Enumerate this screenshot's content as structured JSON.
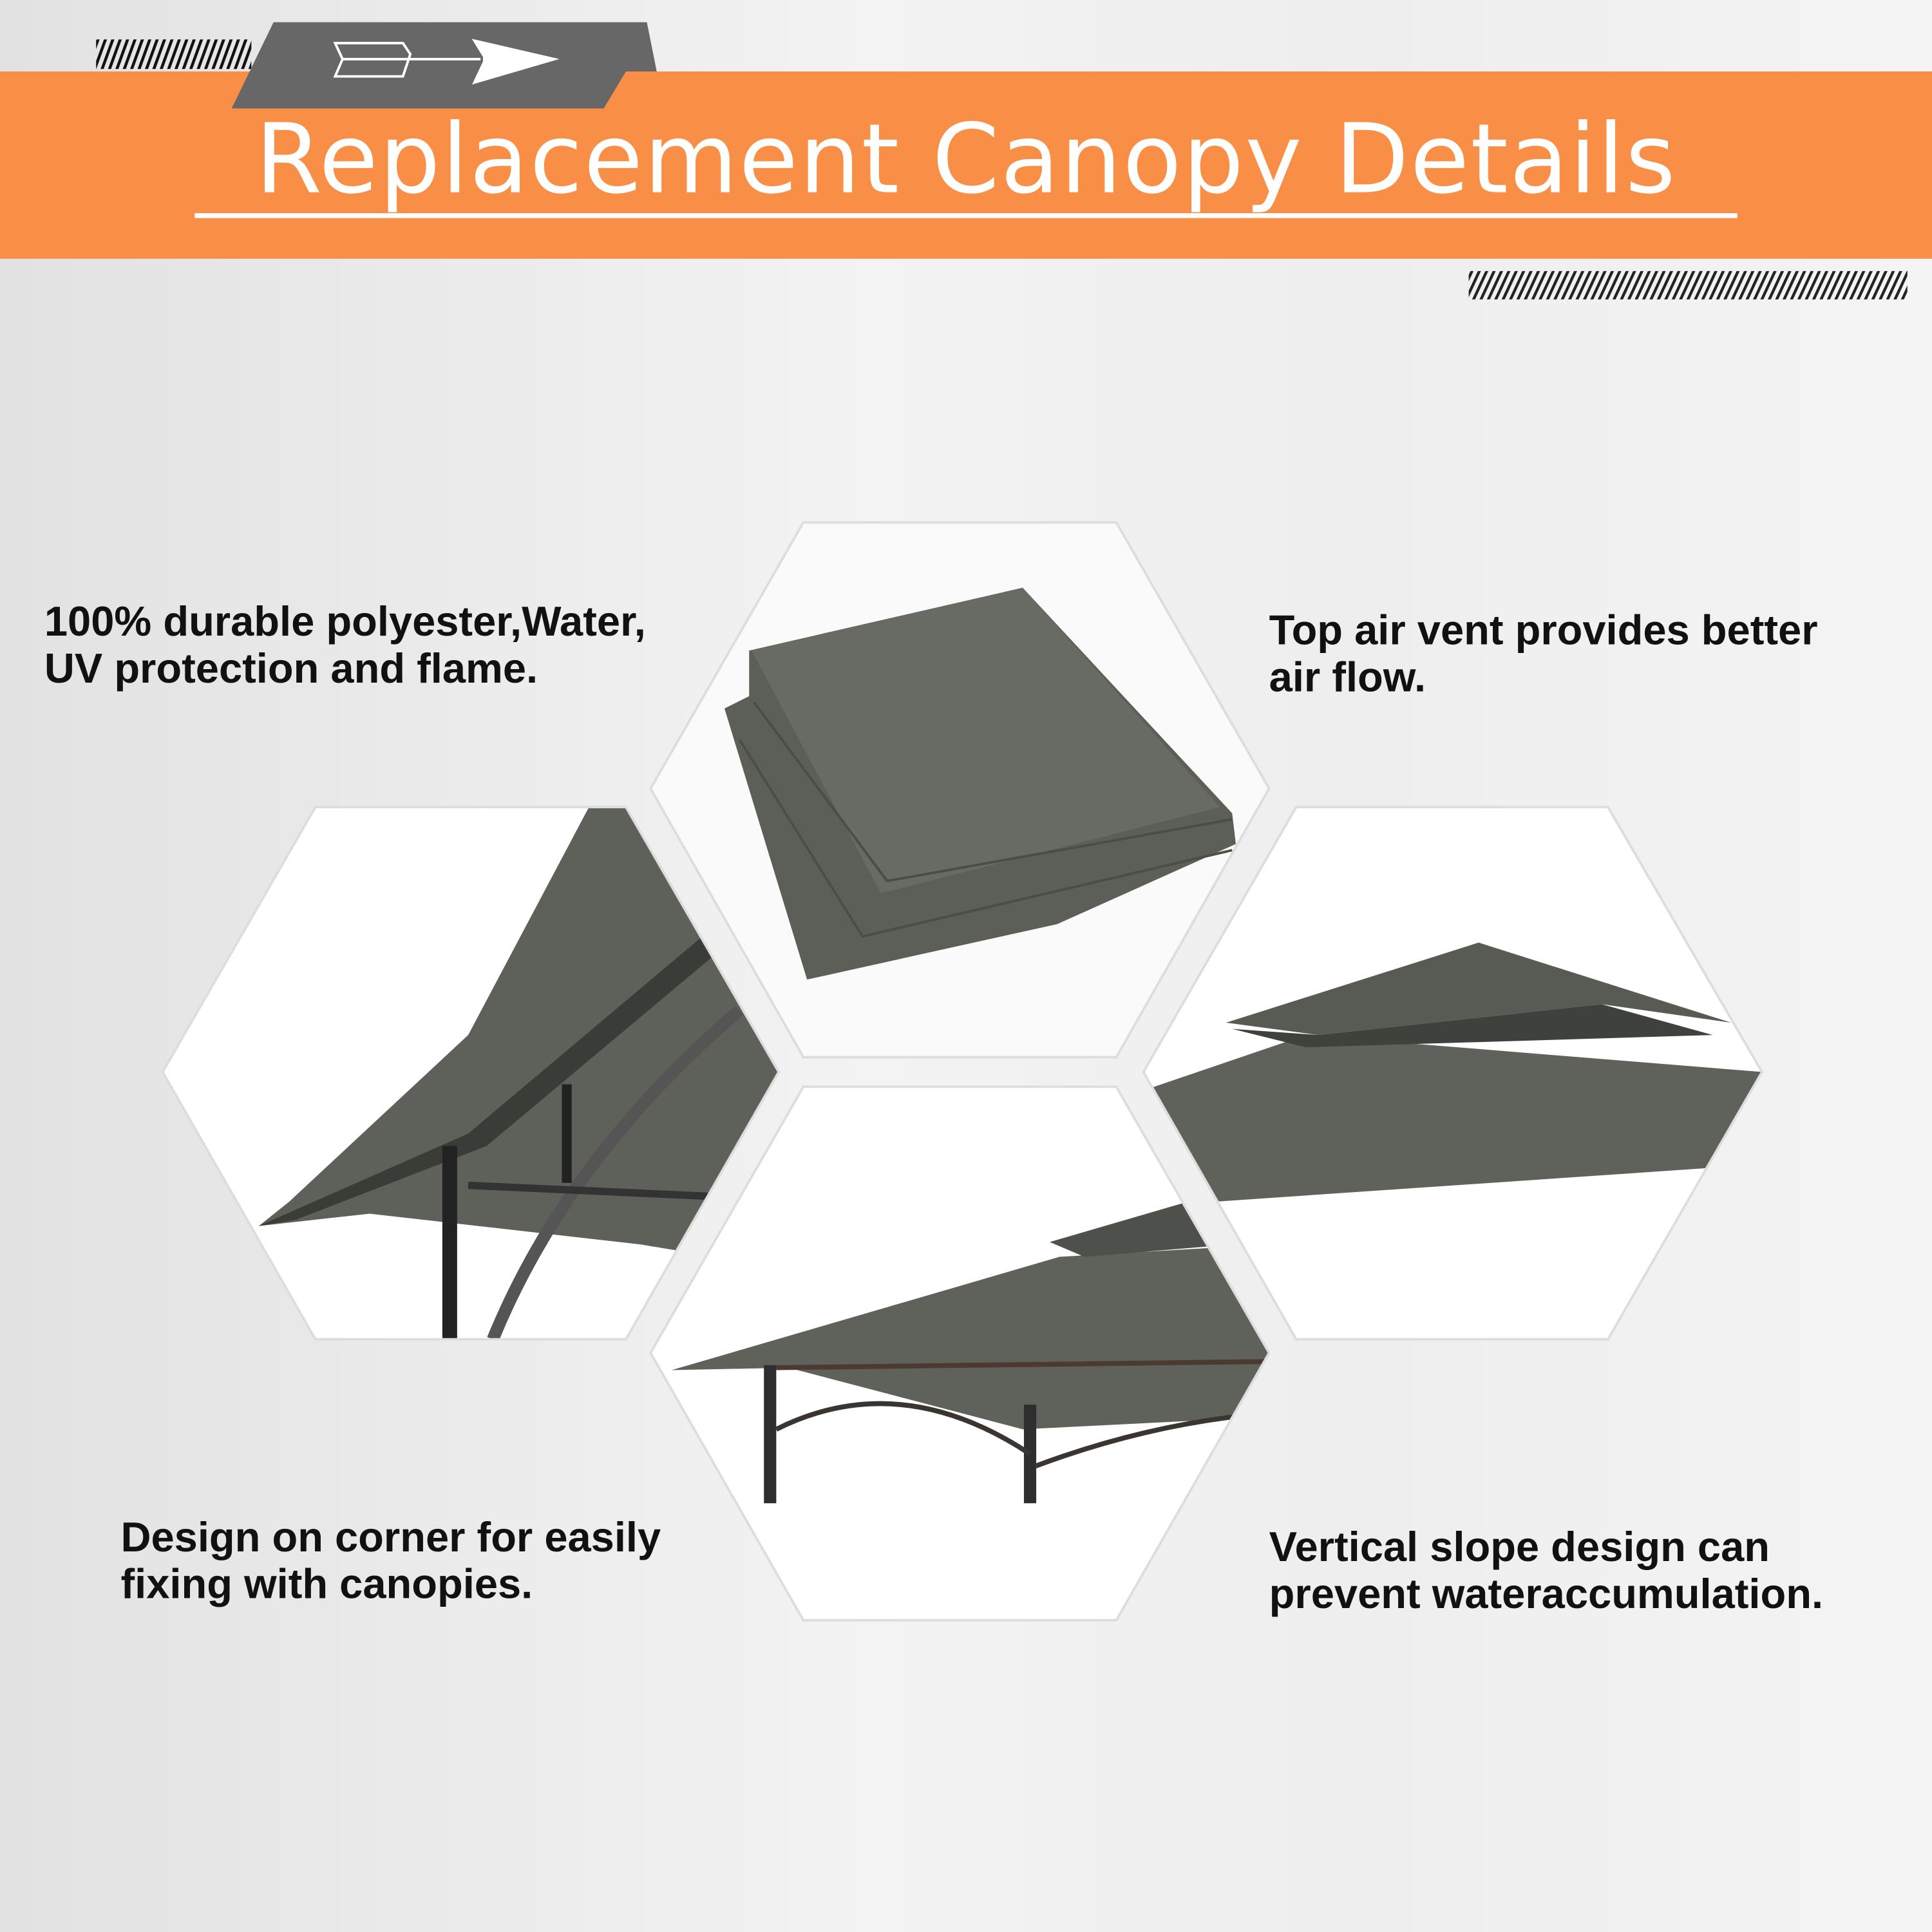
{
  "header": {
    "title": "Replacement Canopy Details",
    "icon": "arrow-icon"
  },
  "features": [
    {
      "line1": "100% durable polyester,Water,",
      "line2": "UV protection and flame."
    },
    {
      "line1": "Top air vent provides better",
      "line2": "air flow."
    },
    {
      "line1": "Design on corner for easily",
      "line2": "fixing with canopies."
    },
    {
      "line1": "Vertical slope design can",
      "line2": "prevent wateraccumulation."
    }
  ],
  "colors": {
    "accent": "#f98f47",
    "tab": "#676767",
    "canopy": "#5f625a"
  }
}
